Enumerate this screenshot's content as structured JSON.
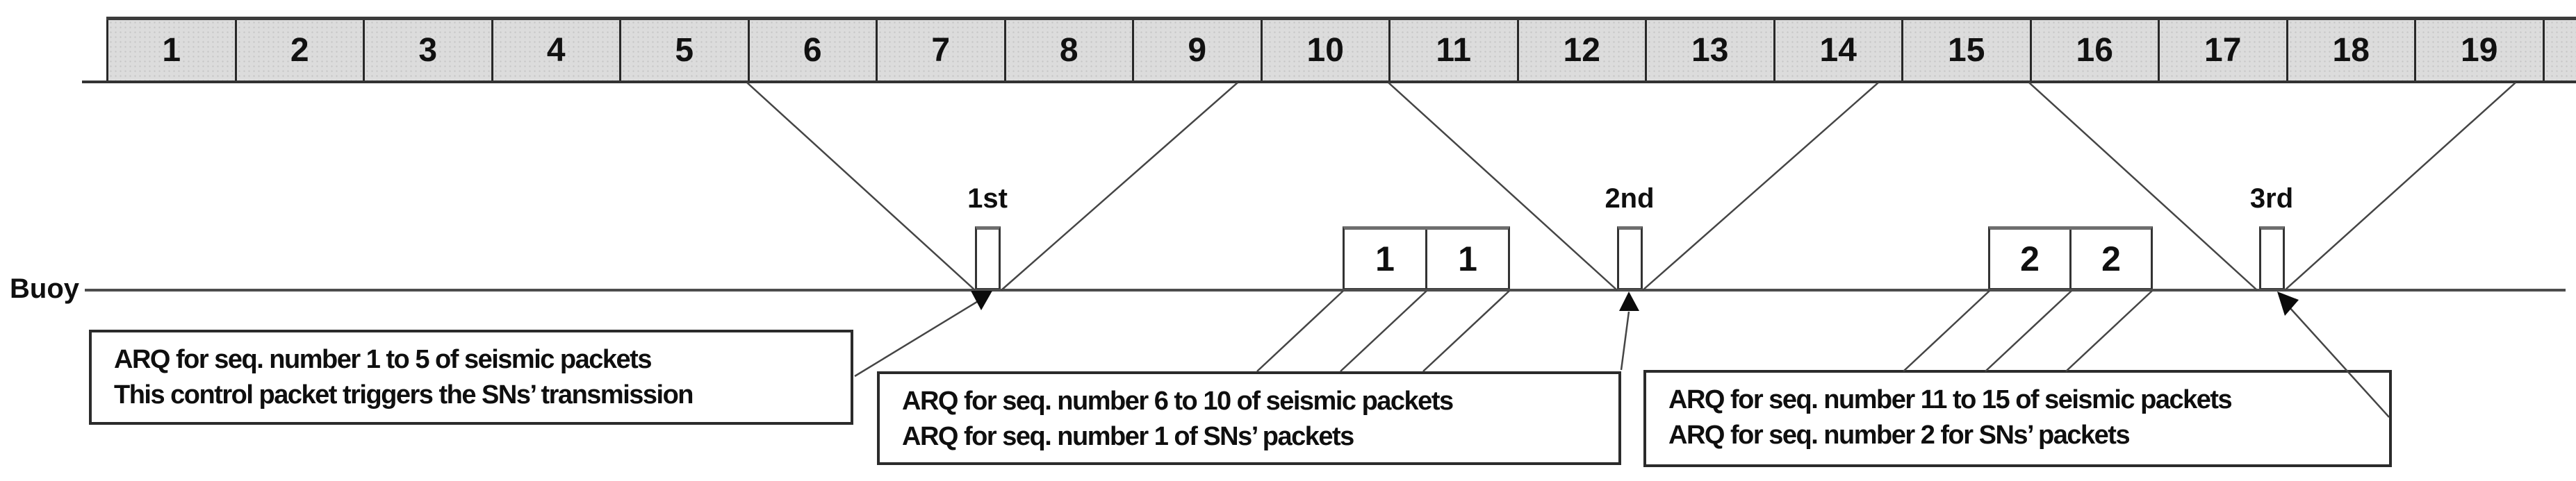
{
  "strip": {
    "numbers": [
      "1",
      "2",
      "3",
      "4",
      "5",
      "6",
      "7",
      "8",
      "9",
      "10",
      "11",
      "12",
      "13",
      "14",
      "15",
      "16",
      "17",
      "18",
      "19"
    ]
  },
  "buoy": {
    "label": "Buoy"
  },
  "markers": {
    "first": "1st",
    "second": "2nd",
    "third": "3rd"
  },
  "sn_packets": {
    "first_pair": [
      "1",
      "1"
    ],
    "second_pair": [
      "2",
      "2"
    ]
  },
  "annotations": {
    "box1": {
      "line1": "ARQ for seq. number 1 to 5 of seismic packets",
      "line2": "This control packet triggers the SNs’ transmission"
    },
    "box2": {
      "line1": "ARQ for seq. number 6 to 10 of seismic packets",
      "line2": "ARQ for seq. number 1 of SNs’ packets"
    },
    "box3": {
      "line1": "ARQ for seq. number 11 to 15 of seismic packets",
      "line2": "ARQ for seq. number 2 for SNs’ packets"
    }
  },
  "colors": {
    "strip_fill": "#dcdcdc",
    "strip_border": "#282828",
    "buoy_line": "#4d4d4d",
    "diagonal_line": "#454545",
    "arrowhead": "#0b0b0b",
    "callout_border": "#2b2b2b",
    "background": "#ffffff"
  }
}
